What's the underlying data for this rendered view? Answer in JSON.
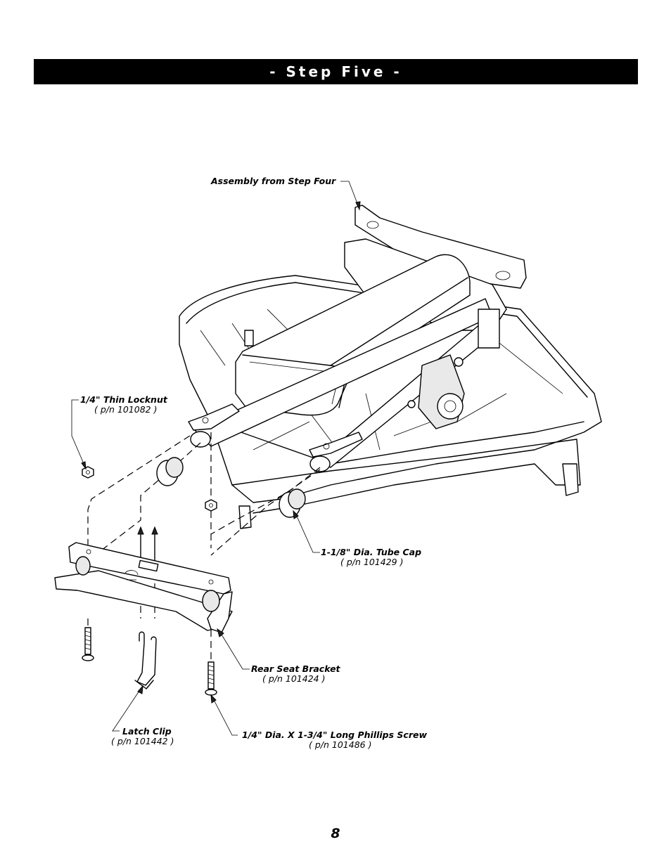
{
  "header": {
    "title": "- Step Five -"
  },
  "callouts": {
    "assembly": {
      "name": "Assembly from Step Four"
    },
    "locknut": {
      "name": "1/4\" Thin Locknut",
      "pn": "( p/n 101082 )"
    },
    "tube_cap": {
      "name": "1-1/8\" Dia. Tube Cap",
      "pn": "( p/n 101429 )"
    },
    "rear_bracket": {
      "name": "Rear Seat Bracket",
      "pn": "( p/n 101424 )"
    },
    "latch_clip": {
      "name": "Latch Clip",
      "pn": "( p/n 101442 )"
    },
    "screw": {
      "name": "1/4\" Dia. X 1-3/4\" Long Phillips Screw",
      "pn": "( p/n 101486 )"
    }
  },
  "footer": {
    "page_number": "8"
  }
}
